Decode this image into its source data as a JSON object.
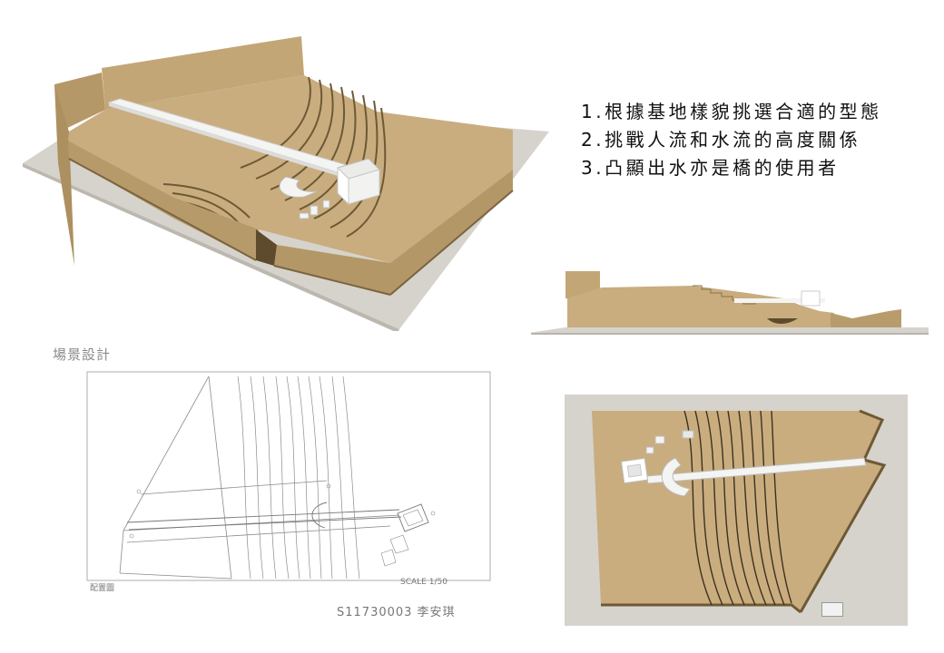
{
  "notes": [
    "1.根據基地樣貌挑選合適的型態",
    "2.挑戰人流和水流的高度關係",
    "3.凸顯出水亦是橋的使用者"
  ],
  "drawing": {
    "title": "場景設計",
    "plan_label": "配置圖",
    "scale": "SCALE 1/50",
    "student": "S11730003  李安琪"
  },
  "colors": {
    "cardboard": "#c9ad7f",
    "cardboard_dark": "#a88c5d",
    "base_board": "#d6d3cc",
    "model_white": "#f4f4f2",
    "text": "#111111",
    "pencil": "#8c8c8c"
  }
}
